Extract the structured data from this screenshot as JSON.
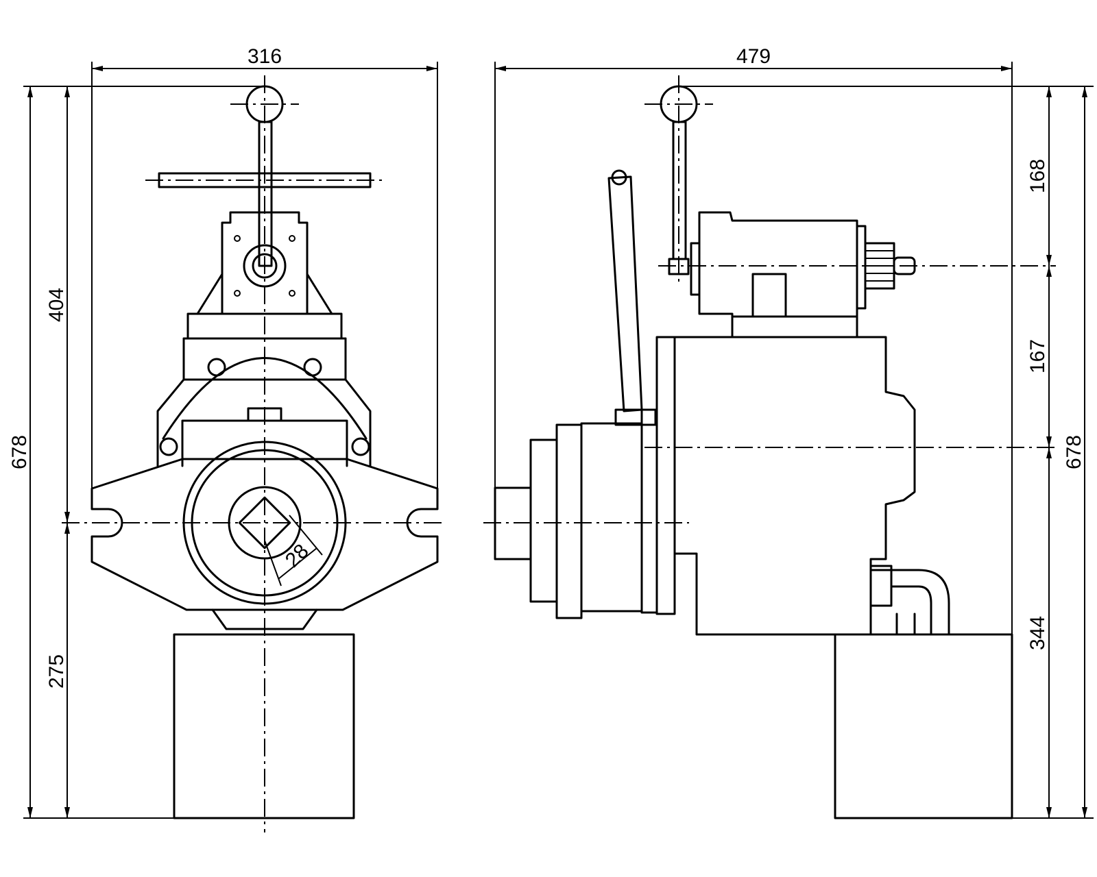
{
  "drawing": {
    "front_view": {
      "dimensions": {
        "overall_width": "316",
        "overall_height": "678",
        "upper_height": "404",
        "lower_height": "275",
        "shaft_square": "28"
      }
    },
    "side_view": {
      "dimensions": {
        "overall_depth": "479",
        "overall_height": "678",
        "top_segment": "168",
        "middle_segment": "167",
        "bottom_segment": "344"
      }
    },
    "colors": {
      "line": "#000000",
      "background": "#ffffff"
    }
  }
}
